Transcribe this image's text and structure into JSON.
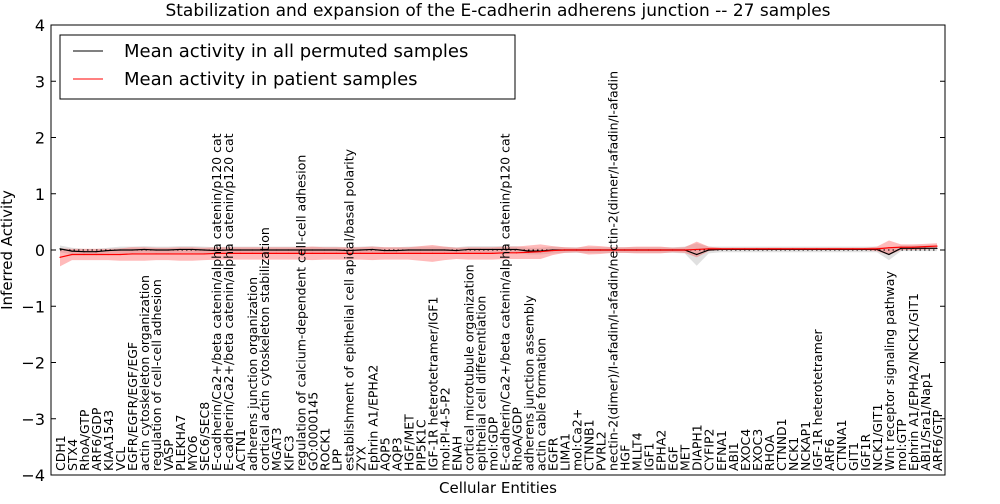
{
  "chart_data": {
    "type": "line",
    "title": "Stabilization and expansion of the E-cadherin adherens junction -- 27 samples",
    "xlabel": "Cellular Entities",
    "ylabel": "Inferred Activity",
    "ylim": [
      -4,
      4
    ],
    "yticks": [
      "4",
      "3",
      "2",
      "1",
      "0",
      "−1",
      "−2",
      "−3",
      "−4"
    ],
    "ytick_values": [
      4,
      3,
      2,
      1,
      0,
      -1,
      -2,
      -3,
      -4
    ],
    "grid": false,
    "legend_placement": "top-left",
    "categories": [
      "CDH1",
      "STX4",
      "RhoA/GTP",
      "ARF6/GDP",
      "KIAA1543",
      "VCL",
      "EGFR/EGFR/EGF/EGF",
      "actin cytoskeleton organization",
      "regulation of cell-cell adhesion",
      "VASP",
      "PLEKHA7",
      "MYO6",
      "SEC6/SEC8",
      "E-cadherin/Ca2+/beta catenin/alpha catenin/p120 cat",
      "E-cadherin/Ca2+/beta catenin/alpha catenin/p120 cat",
      "ACTN1",
      "adherens junction organization",
      "cortical actin cytoskeleton stabilization",
      "MGAT3",
      "KIFC3",
      "regulation of calcium-dependent cell-cell adhesion",
      "GO:0000145",
      "ROCK1",
      "LPP",
      "establishment of epithelial cell apical/basal polarity",
      "ZYX",
      "Ephrin A1/EPHA2",
      "AQP5",
      "AQP3",
      "HGF/MET",
      "PIP5K1C",
      "IGF-1R heterotetramer/IGF1",
      "mol:PI-4-5-P2",
      "ENAH",
      "cortical microtubule organization",
      "epithelial cell differentiation",
      "mol:GDP",
      "E-cadherin/Ca2+/beta catenin/alpha catenin/p120 cat",
      "RhoA/GDP",
      "adherens junction assembly",
      "actin cable formation",
      "EGFR",
      "LIMA1",
      "mol:Ca2+",
      "CTNNB1",
      "PVRL2",
      "nectin-2(dimer)/I-afadin/I-afadin/nectin-2(dimer/I-afadin/I-afadin",
      "HGF",
      "MLLT4",
      "IGF1",
      "EPHA2",
      "EGF",
      "MET",
      "DIAPH1",
      "CYFIP2",
      "EFNA1",
      "ABI1",
      "EXOC4",
      "EXOC3",
      "RHOA",
      "CTNND1",
      "NCK1",
      "NCKAP1",
      "IGF-1R heterotetramer",
      "ARF6",
      "CTNNA1",
      "GIT1",
      "IGF1R",
      "NCK1/GIT1",
      "Wnt receptor signaling pathway",
      "mol:GTP",
      "Ephrin A1/EPHA2/NCK1/GIT1",
      "ABI1/Sra1/Nap1",
      "ARF6/GTP"
    ],
    "series": [
      {
        "name": "Mean activity in all permuted samples",
        "color": "#000000",
        "values": [
          0.02,
          -0.02,
          -0.03,
          -0.03,
          -0.01,
          0,
          0,
          0.01,
          0,
          0,
          0.01,
          0.01,
          0,
          -0.01,
          0,
          0,
          0,
          0,
          0,
          0,
          0,
          0,
          0,
          0,
          -0.01,
          0,
          0.01,
          -0.01,
          -0.01,
          0,
          0,
          0,
          0,
          -0.01,
          0.01,
          0.01,
          0.01,
          0.01,
          0.01,
          -0.02,
          -0.02,
          0,
          0,
          0,
          0,
          0,
          0,
          0,
          0,
          0,
          0,
          0,
          0,
          -0.08,
          0,
          0.01,
          0.01,
          0.01,
          0.01,
          0.01,
          0.01,
          0.01,
          0.01,
          0.01,
          0.01,
          0.01,
          0.01,
          0.01,
          0.01,
          -0.08,
          0.03,
          0.03,
          0.03,
          0.03
        ],
        "band": [
          0.06,
          0.06,
          0.05,
          0.05,
          0.05,
          0.06,
          0.06,
          0.06,
          0.06,
          0.06,
          0.06,
          0.06,
          0.06,
          0.06,
          0.06,
          0.06,
          0.06,
          0.06,
          0.06,
          0.06,
          0.06,
          0.06,
          0.06,
          0.06,
          0.06,
          0.06,
          0.06,
          0.06,
          0.06,
          0.06,
          0.06,
          0.06,
          0.06,
          0.06,
          0.06,
          0.06,
          0.06,
          0.06,
          0.06,
          0.06,
          0.06,
          0.06,
          0.05,
          0.05,
          0.05,
          0.05,
          0.05,
          0.05,
          0.05,
          0.05,
          0.05,
          0.05,
          0.06,
          0.2,
          0.06,
          0.05,
          0.05,
          0.05,
          0.05,
          0.05,
          0.05,
          0.05,
          0.05,
          0.05,
          0.05,
          0.05,
          0.05,
          0.05,
          0.05,
          0.1,
          0.05,
          0.05,
          0.05,
          0.05
        ]
      },
      {
        "name": "Mean activity in patient samples",
        "color": "#ff0000",
        "values": [
          -0.13,
          -0.08,
          -0.08,
          -0.08,
          -0.08,
          -0.08,
          -0.07,
          -0.07,
          -0.07,
          -0.07,
          -0.07,
          -0.07,
          -0.07,
          -0.06,
          -0.06,
          -0.06,
          -0.06,
          -0.06,
          -0.06,
          -0.06,
          -0.06,
          -0.06,
          -0.06,
          -0.06,
          -0.06,
          -0.06,
          -0.06,
          -0.06,
          -0.06,
          -0.06,
          -0.06,
          -0.06,
          -0.06,
          -0.06,
          -0.06,
          -0.06,
          -0.06,
          -0.05,
          -0.05,
          -0.04,
          -0.03,
          -0.01,
          0,
          0,
          0,
          0,
          0,
          0,
          0,
          0,
          0,
          0,
          0,
          0.01,
          0.02,
          0.02,
          0.02,
          0.02,
          0.02,
          0.02,
          0.02,
          0.02,
          0.02,
          0.02,
          0.02,
          0.02,
          0.02,
          0.02,
          0.02,
          0.04,
          0.05,
          0.05,
          0.06,
          0.07
        ],
        "band": [
          0.16,
          0.1,
          0.1,
          0.1,
          0.1,
          0.11,
          0.12,
          0.12,
          0.11,
          0.11,
          0.12,
          0.12,
          0.11,
          0.11,
          0.11,
          0.11,
          0.11,
          0.11,
          0.11,
          0.11,
          0.11,
          0.12,
          0.11,
          0.11,
          0.11,
          0.11,
          0.12,
          0.11,
          0.11,
          0.11,
          0.13,
          0.15,
          0.12,
          0.1,
          0.11,
          0.11,
          0.11,
          0.11,
          0.11,
          0.12,
          0.13,
          0.08,
          0.05,
          0.04,
          0.08,
          0.07,
          0.05,
          0.05,
          0.06,
          0.06,
          0.06,
          0.04,
          0.05,
          0.14,
          0.04,
          0.02,
          0.02,
          0.02,
          0.02,
          0.02,
          0.02,
          0.02,
          0.02,
          0.02,
          0.02,
          0.02,
          0.02,
          0.02,
          0.04,
          0.13,
          0.05,
          0.05,
          0.05,
          0.05
        ]
      }
    ],
    "band_colors": {
      "permuted": "#cccccc",
      "patient": "#ff6666"
    }
  }
}
